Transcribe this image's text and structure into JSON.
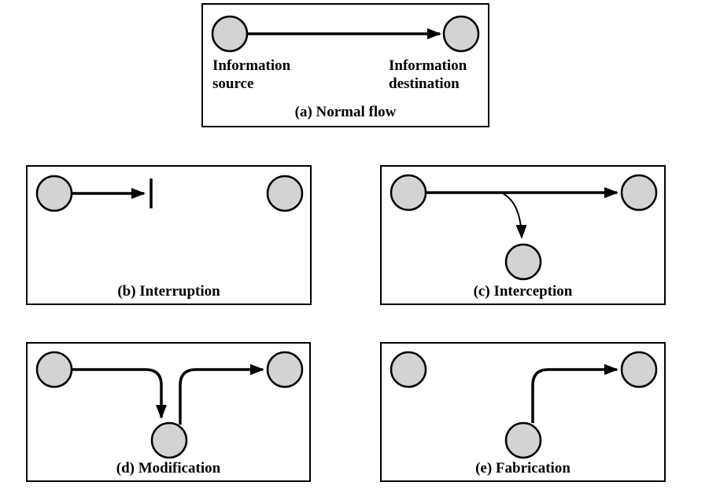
{
  "figure": {
    "panels": [
      {
        "id": "a",
        "caption": "(a) Normal flow",
        "labels": {
          "source": [
            "Information",
            "source"
          ],
          "destination": [
            "Information",
            "destination"
          ]
        }
      },
      {
        "id": "b",
        "caption": "(b) Interruption"
      },
      {
        "id": "c",
        "caption": "(c) Interception"
      },
      {
        "id": "d",
        "caption": "(d) Modification"
      },
      {
        "id": "e",
        "caption": "(e) Fabrication"
      }
    ]
  },
  "colors": {
    "node_fill": "#d3d3d3",
    "stroke": "#000000",
    "background": "#ffffff"
  }
}
